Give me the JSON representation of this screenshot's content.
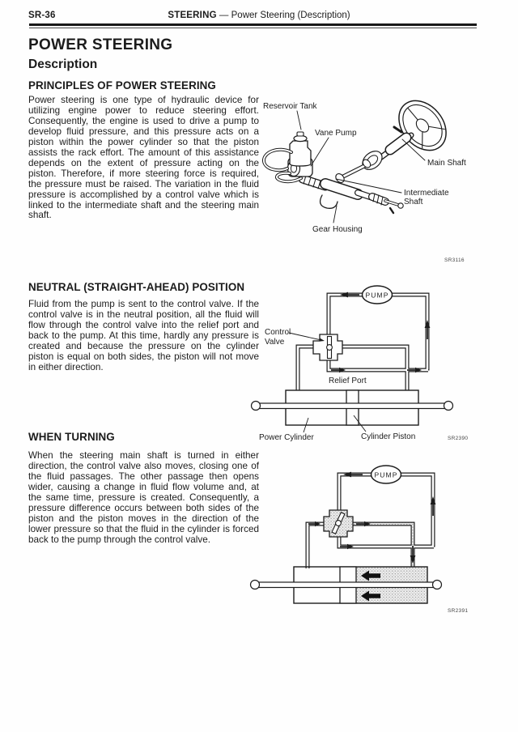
{
  "header": {
    "page_number": "SR-36",
    "title_bold": "STEERING",
    "title_rest": " — Power Steering (Description)"
  },
  "title": "POWER STEERING",
  "subtitle": "Description",
  "sections": [
    {
      "heading": "PRINCIPLES OF POWER STEERING",
      "body": "Power steering is one type of hydraulic device for utilizing engine power to reduce steering effort. Consequently, the engine is used to drive a pump to develop fluid pressure, and this pressure acts on a piston within the power cylinder so that the piston assists the rack effort. The amount of this assistance depends on the extent of pressure acting on the piston. Therefore, if more steering force is required, the pressure must be raised. The variation in the fluid pressure is accomplished by a control valve which is linked to the intermediate shaft and the steering main shaft."
    },
    {
      "heading": "NEUTRAL (STRAIGHT-AHEAD) POSITION",
      "body": "Fluid from the pump is sent to the control valve. If the control valve is in the neutral position, all the fluid will flow through the control valve into the relief port and back to the pump. At this time, hardly any pressure is created and because the pressure on the cylinder piston is equal on both sides, the piston will not move in either direction."
    },
    {
      "heading": "WHEN TURNING",
      "body": "When the steering main shaft is turned in either direction, the control valve also moves, closing one of the fluid passages. The other passage then opens wider, causing a change in fluid flow volume and, at the same time, pressure is created. Consequently, a pressure difference occurs between both sides of the piston and the piston moves in the direction of the lower pressure so that the fluid in the cylinder is forced back to the pump through the control valve."
    }
  ],
  "fig1": {
    "code": "SR3116",
    "reservoir_tank": "Reservoir Tank",
    "vane_pump": "Vane Pump",
    "main_shaft": "Main Shaft",
    "intermediate_1": "Intermediate",
    "intermediate_2": "Shaft",
    "gear_housing": "Gear Housing"
  },
  "fig2": {
    "code": "SR2390",
    "pump": "PUMP",
    "control_1": "Control",
    "control_2": "Valve",
    "relief_port": "Relief Port",
    "power_cylinder": "Power Cylinder",
    "cylinder_piston": "Cylinder Piston"
  },
  "fig3": {
    "code": "SR2391",
    "pump": "PUMP"
  },
  "colors": {
    "ink": "#1c1c1c",
    "paper": "#fefefe",
    "shade": "#e9e9e9"
  }
}
